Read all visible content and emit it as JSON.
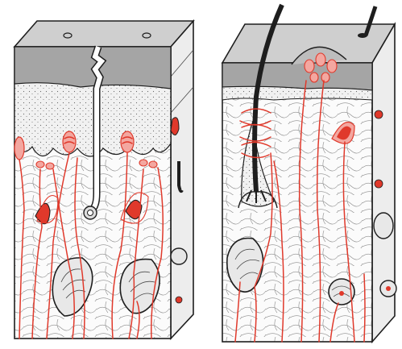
{
  "colors": {
    "surface_top": "#cfcfcf",
    "epidermis": "#9d9d9d",
    "dermis_stipple": "#f1f1f1",
    "tissue": "#fbfbfb",
    "outline": "#1e1e1e",
    "nerve": "#e0392b",
    "receptor_fill": "#f3a7a0",
    "receptor_core": "#e0392b"
  },
  "blocks": [
    {
      "name": "glabrous-skin-block",
      "side": "left"
    },
    {
      "name": "hairy-skin-block",
      "side": "right"
    }
  ],
  "icons": [
    "meissner-corpuscle-icon",
    "pacinian-corpuscle-icon",
    "ruffini-ending-icon",
    "hair-follicle-icon",
    "merkel-disc-icon",
    "free-nerve-ending-icon"
  ]
}
